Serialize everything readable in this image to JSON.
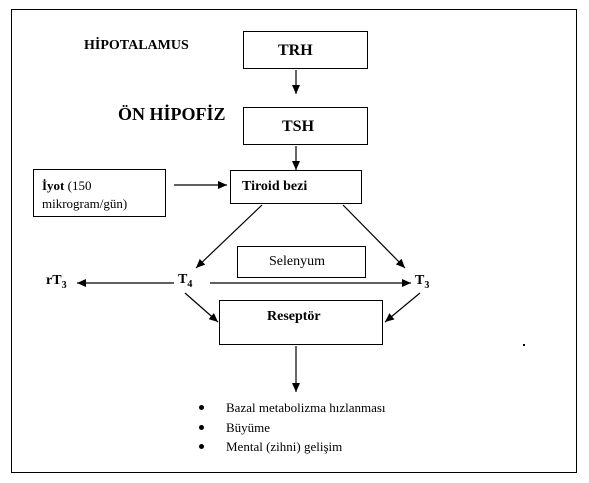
{
  "hypothalamus": {
    "label": "HİPOTALAMUS",
    "hormone": "TRH"
  },
  "anterior_pituitary": {
    "label": "ÖN HİPOFİZ",
    "hormone": "TSH"
  },
  "iodine": {
    "name": "İyot",
    "amount_line1": "(150",
    "amount_line2": "mikrogram/gün)"
  },
  "thyroid": {
    "label": "Tiroid bezi"
  },
  "selenium": {
    "label": "Selenyum"
  },
  "t4": {
    "base": "T",
    "sub": "4"
  },
  "t3": {
    "base": "T",
    "sub": "3"
  },
  "rt3": {
    "base": "rT",
    "sub": "3"
  },
  "receptor": {
    "label": "Reseptör"
  },
  "effects": [
    "Bazal metabolizma hızlanması",
    "Büyüme",
    "Mental (zihni) gelişim"
  ]
}
